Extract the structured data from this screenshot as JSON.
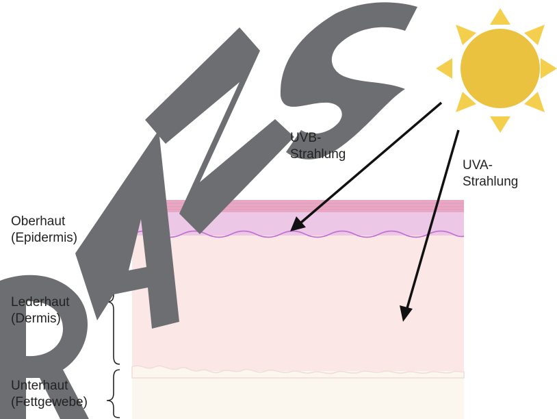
{
  "labels": {
    "uvb_line1": "UVB-",
    "uvb_line2": "Strahlung",
    "uva_line1": "UVA-",
    "uva_line2": "Strahlung",
    "epidermis_line1": "Oberhaut",
    "epidermis_line2": "(Epidermis)",
    "dermis_line1": "Lederhaut",
    "dermis_line2": "(Dermis)",
    "subcutis_line1": "Unterhaut",
    "subcutis_line2": "(Fettgewebe)"
  },
  "watermark": {
    "text": "TRANSPARENT",
    "color": "#6d6e71"
  },
  "colors": {
    "sun": "#eac240",
    "sun_rays": "#f3cf4d",
    "epidermis_top": "#e8a8c4",
    "epidermis": "#ecc8e6",
    "epidermis_border": "#c46fd2",
    "dermis": "#fbe7e6",
    "subcutis": "#fbf6ee",
    "arrow": "#111111"
  },
  "icons": [
    "sun-icon",
    "brace-icon",
    "arrow-icon"
  ]
}
